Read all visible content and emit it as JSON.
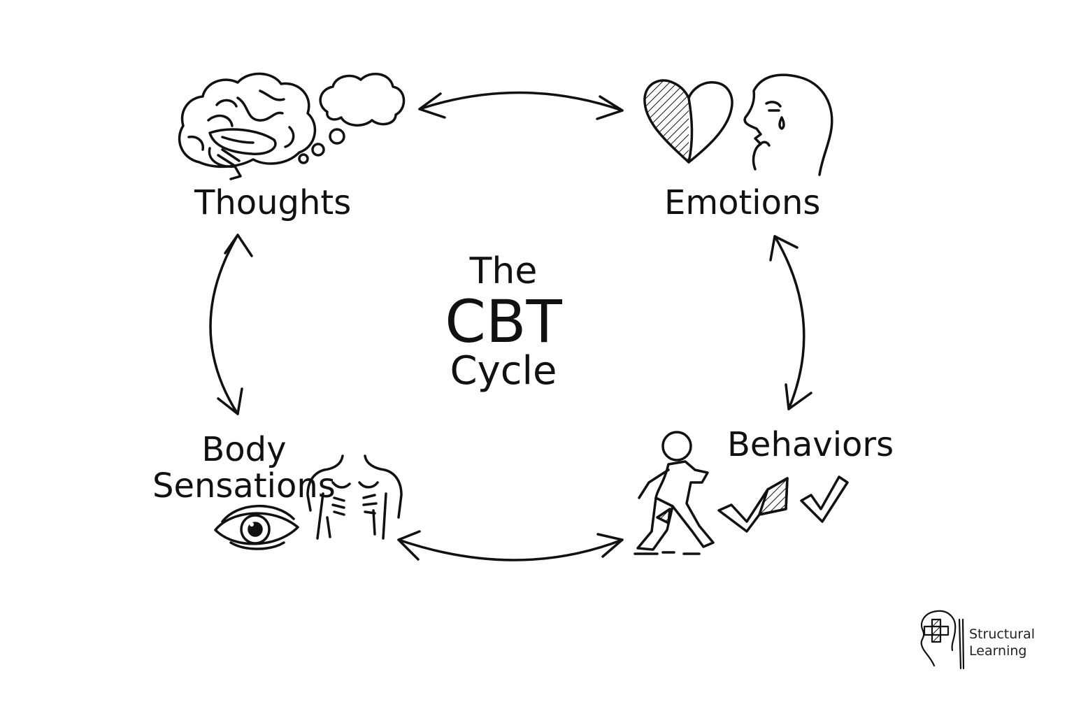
{
  "diagram": {
    "title_line1": "The",
    "title_line2": "CBT",
    "title_line3": "Cycle",
    "nodes": {
      "thoughts": "Thoughts",
      "emotions": "Emotions",
      "behaviors": "Behaviors",
      "body_line1": "Body",
      "body_line2": "Sensations"
    },
    "icons": {
      "thoughts": [
        "brain-icon",
        "thought-bubble-icon"
      ],
      "emotions": [
        "heart-icon",
        "crying-face-icon"
      ],
      "behaviors": [
        "walking-person-icon",
        "checkmark-icon"
      ],
      "body": [
        "eye-icon",
        "torso-icon"
      ]
    }
  },
  "brand": {
    "line1": "Structural",
    "line2": "Learning",
    "icon": "head-puzzle-logo-icon"
  },
  "colors": {
    "ink": "#111111",
    "background": "#ffffff"
  }
}
